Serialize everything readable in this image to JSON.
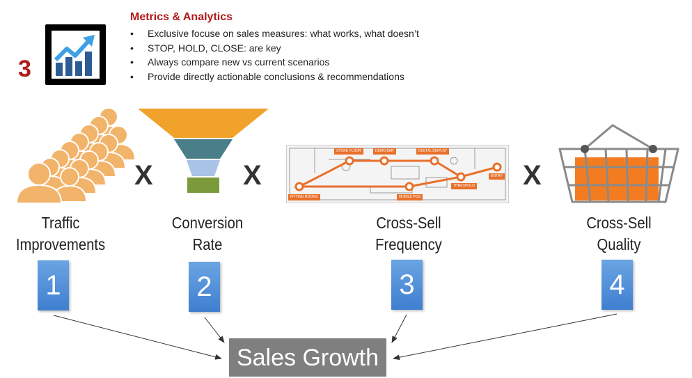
{
  "header": {
    "step_number": "3",
    "title": "Metrics & Analytics",
    "bullets": [
      "Exclusive focuse on sales measures:  what works, what doesn’t",
      "STOP, HOLD, CLOSE: are key",
      "Always compare new vs current scenarios",
      "Provide directly actionable conclusions & recommendations"
    ]
  },
  "factors": [
    {
      "line1": "Traffic",
      "line2": "Improvements",
      "number": "1"
    },
    {
      "line1": "Conversion",
      "line2": "Rate",
      "number": "2"
    },
    {
      "line1": "Cross-Sell",
      "line2": "Frequency",
      "number": "3"
    },
    {
      "line1": "Cross-Sell",
      "line2": "Quality",
      "number": "4"
    }
  ],
  "operator": "X",
  "store_map_labels": [
    "STORE FLOOR",
    "DEMO BAR",
    "DIGITAL DISPLAY",
    "FITTING ROOMS",
    "MOBILE POS",
    "THRESHOLD",
    "ENTRY"
  ],
  "outcome": "Sales Growth",
  "colors": {
    "accent_red": "#b01a1a",
    "number_box_blue": "#4a8ad6",
    "funnel_orange": "#f0a22a",
    "funnel_teal": "#4a7f8a",
    "funnel_light_blue": "#a9c4e6",
    "funnel_green": "#7b9a3c",
    "crowd_orange": "#f2b36a",
    "basket_orange": "#f47c20",
    "route_orange": "#e8702a",
    "outcome_gray": "#7f7f7f"
  },
  "icons": [
    "growth-chart-icon",
    "crowd-icon",
    "funnel-icon",
    "store-map-icon",
    "basket-icon"
  ]
}
